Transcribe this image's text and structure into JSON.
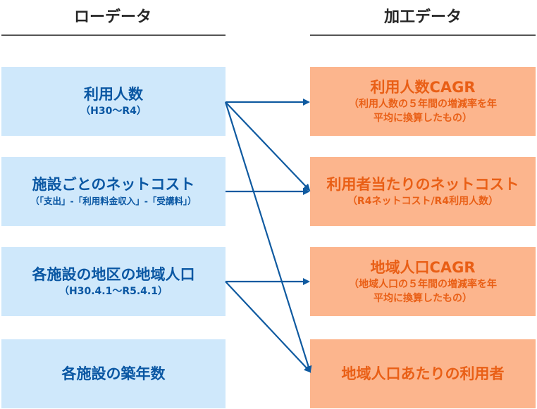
{
  "headers": {
    "raw": "ローデータ",
    "processed": "加工データ"
  },
  "raw_items": [
    {
      "title": "利用人数",
      "sub": "（H30〜R4）"
    },
    {
      "title": "施設ごとのネットコスト",
      "sub": "（「支出」-「利用料金収入」-「受講料」）"
    },
    {
      "title": "各施設の地区の地域人口",
      "sub": "（H30.4.1〜R5.4.1）"
    },
    {
      "title": "各施設の築年数",
      "sub": ""
    }
  ],
  "processed_items": [
    {
      "title": "利用人数CAGR",
      "sub1": "（利用人数の５年間の増減率を年",
      "sub2": "平均に換算したもの）"
    },
    {
      "title": "利用者当たりのネットコスト",
      "sub1": "（R4ネットコスト/R4利用人数）",
      "sub2": ""
    },
    {
      "title": "地域人口CAGR",
      "sub1": "（地域人口の５年間の増減率を年",
      "sub2": "平均に換算したもの）"
    },
    {
      "title": "地域人口あたりの利用者",
      "sub1": "",
      "sub2": ""
    }
  ],
  "colors": {
    "raw_fill": "#cfe8fb",
    "raw_text": "#0a57a3",
    "processed_fill": "#fcb58d",
    "processed_text": "#e95f16",
    "arrow": "#0f5aa0"
  }
}
